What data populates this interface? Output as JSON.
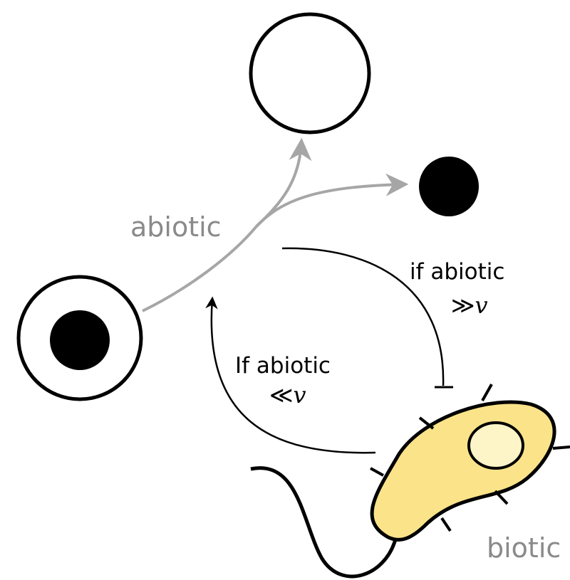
{
  "labels": {
    "abiotic": "abiotic",
    "biotic": "biotic",
    "if_abiotic_upper": "if abiotic",
    "if_abiotic_lower": "If abiotic",
    "gg_symbol": "≫",
    "ll_symbol": "≪",
    "v_symbol": "v"
  },
  "colors": {
    "stroke": "#000000",
    "arrow_gray": "#a6a6a6",
    "label_gray": "#8a8a8a",
    "cell_body": "#fbe38a",
    "nucleus": "#fdf4c8"
  }
}
